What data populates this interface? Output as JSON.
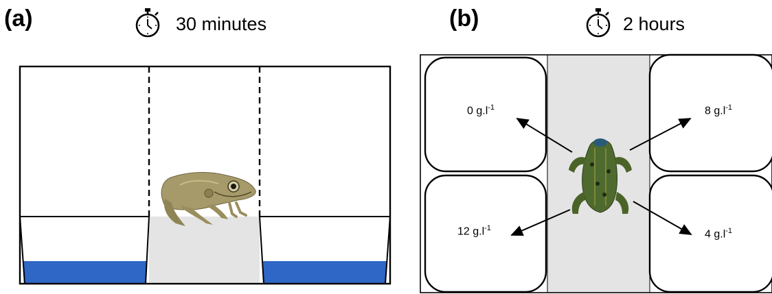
{
  "panel_a": {
    "label": "(a)",
    "timer_icon": "stopwatch-icon",
    "duration": "30 minutes"
  },
  "panel_b": {
    "label": "(b)",
    "timer_icon": "stopwatch-icon",
    "duration": "2 hours",
    "concentrations": {
      "top_left": {
        "value": "0 g.l",
        "exp": "-1"
      },
      "top_right": {
        "value": "8 g.l",
        "exp": "-1"
      },
      "bottom_left": {
        "value": "12 g.l",
        "exp": "-1"
      },
      "bottom_right": {
        "value": "4 g.l",
        "exp": "-1"
      }
    }
  },
  "colors": {
    "water": "#2f67c6",
    "platform": "#e4e4e4",
    "outline": "#000000"
  }
}
